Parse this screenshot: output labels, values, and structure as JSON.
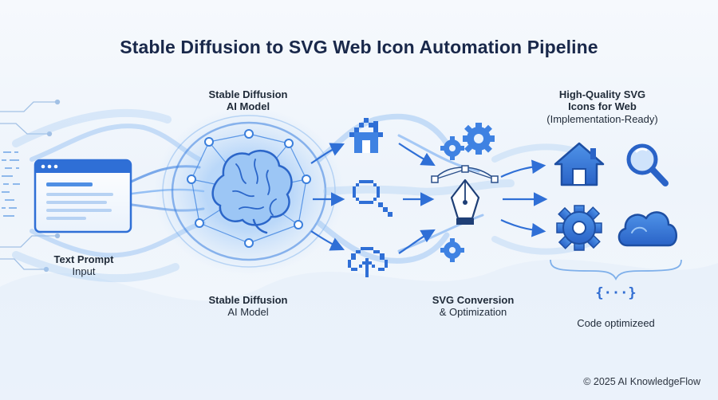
{
  "title": "Stable Diffusion to SVG Web Icon Automation Pipeline",
  "stages": {
    "input": {
      "line1": "Text Prompt",
      "line2": "Input"
    },
    "model_top": {
      "line1": "Stable Diffusion",
      "line2": "AI Model"
    },
    "model_bottom": {
      "line1": "Stable Diffusion",
      "line2": "AI Model"
    },
    "conversion": {
      "line1": "SVG Conversion",
      "line2": "& Optimization"
    },
    "output": {
      "line1": "High-Quality SVG",
      "line2": "Icons for Web",
      "line3": "(Implementation-Ready)"
    },
    "code": {
      "symbol": "{···}",
      "label": "Code optimizeed"
    }
  },
  "footer": "© 2025 AI KnowledgeFlow",
  "icons": {
    "raster": [
      "pixel-house-icon",
      "pixel-magnifier-icon",
      "pixel-cloud-upload-icon"
    ],
    "vector": [
      "house-icon",
      "magnifier-icon",
      "gear-icon",
      "cloud-icon"
    ],
    "tools": [
      "gear-icon",
      "pen-tool-icon",
      "browser-window-icon",
      "brain-network-icon"
    ]
  },
  "colors": {
    "primary": "#2f6fd6",
    "dark": "#1e4fa3",
    "light": "#8fbdf2",
    "title": "#19284a"
  }
}
